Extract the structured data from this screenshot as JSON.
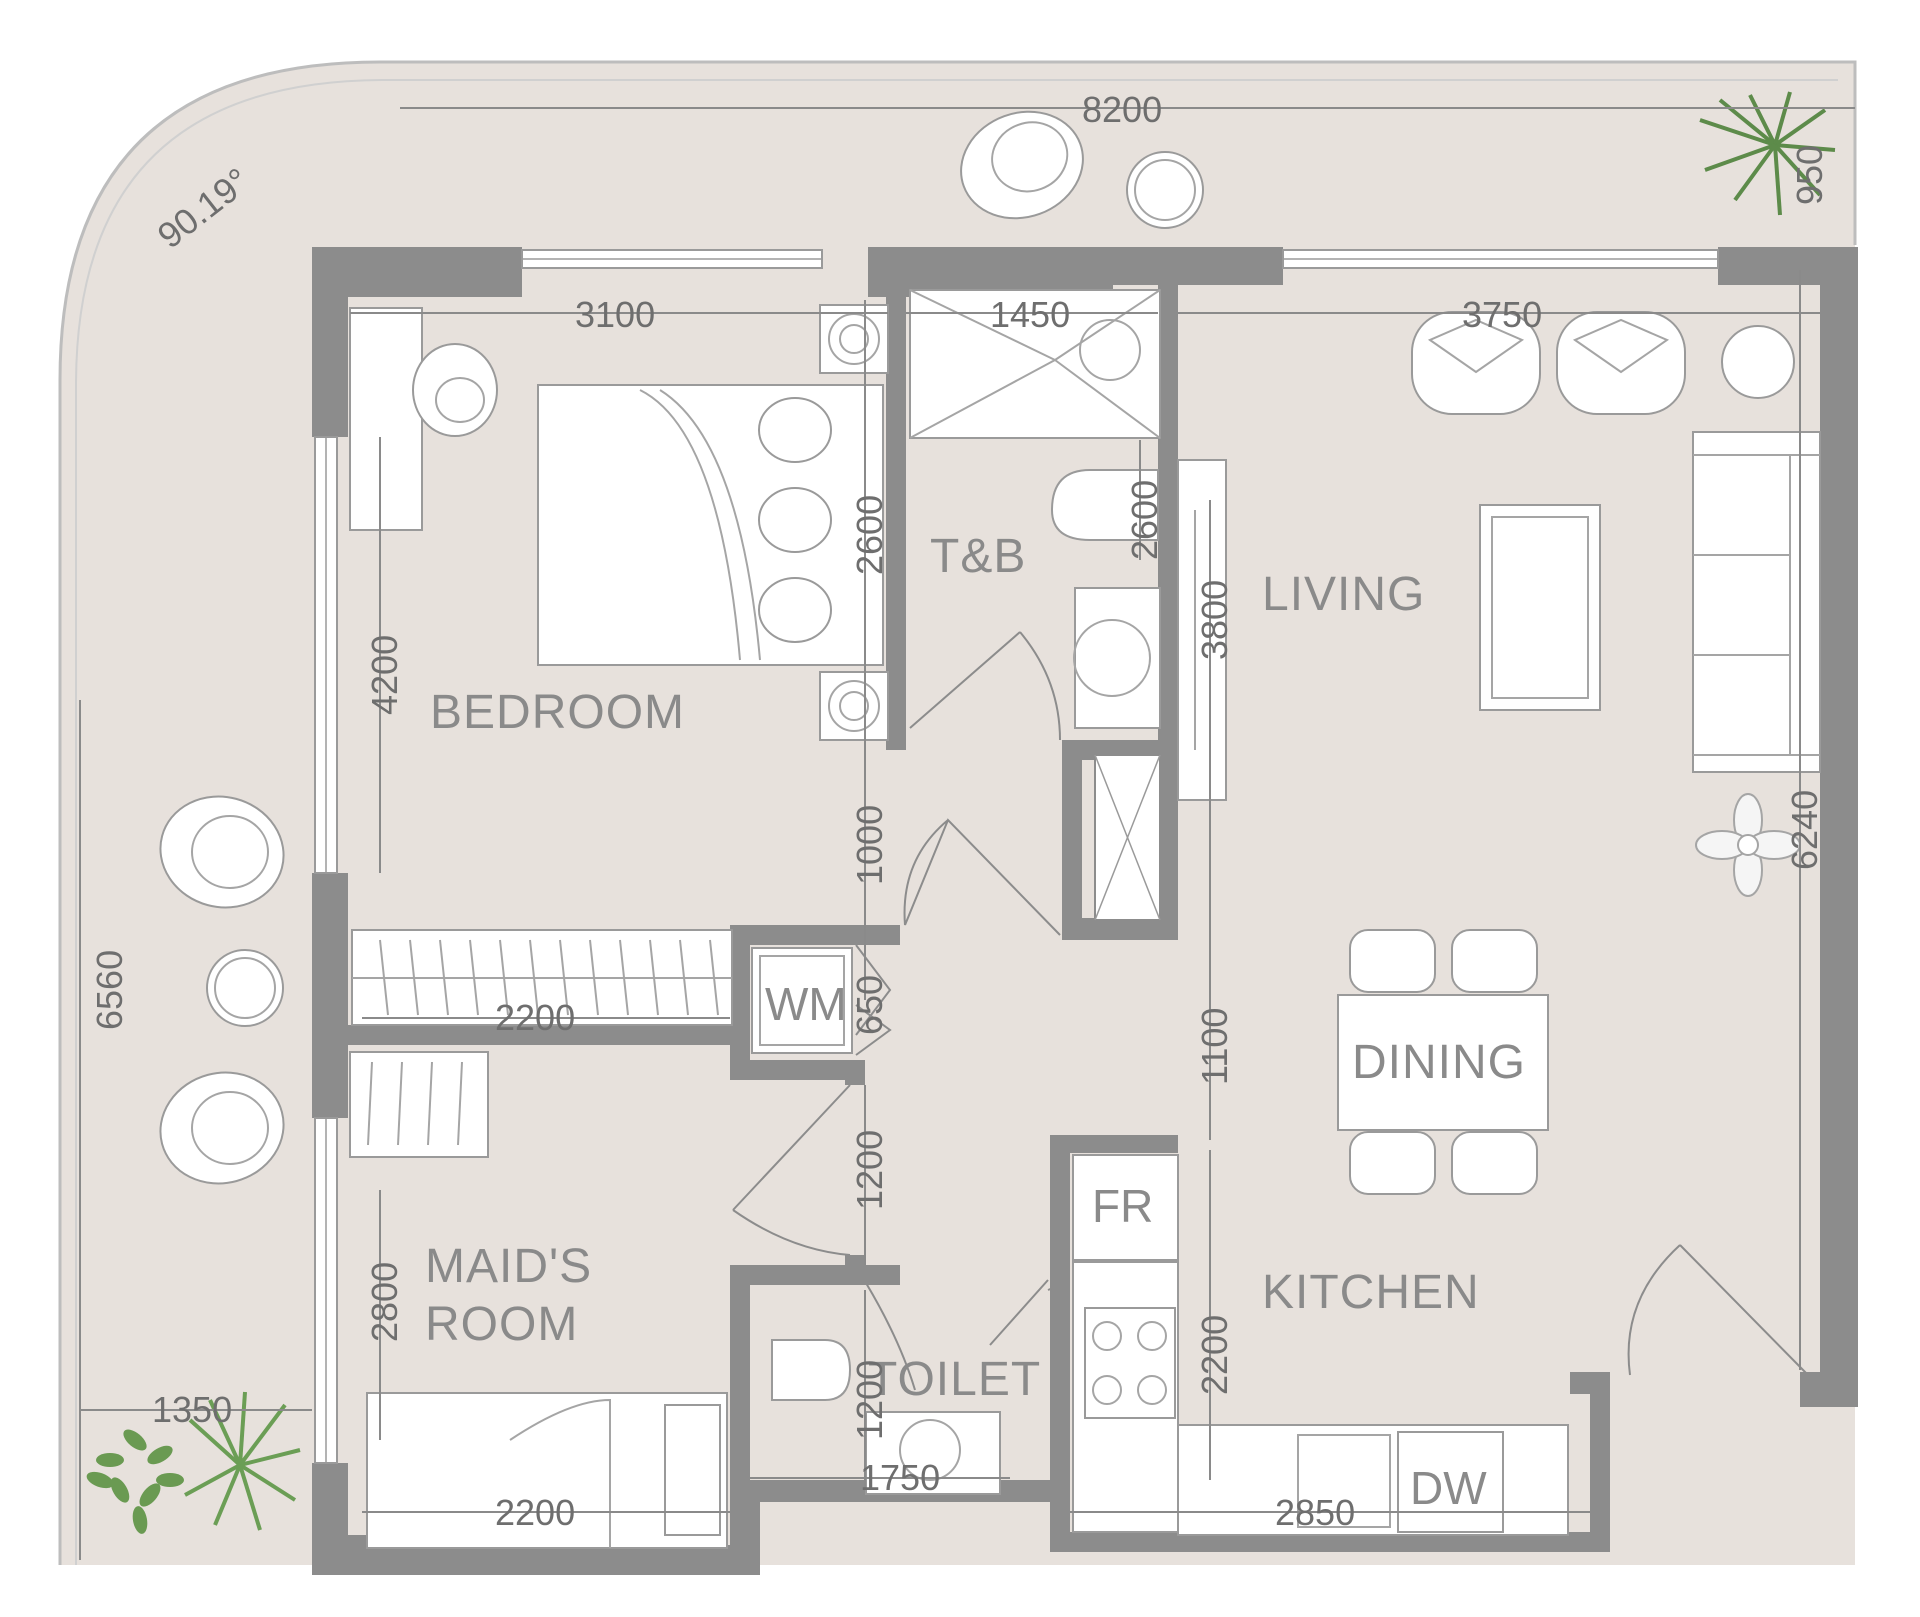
{
  "rooms": {
    "bedroom": "BEDROOM",
    "tb": "T&B",
    "living": "LIVING",
    "dining": "DINING",
    "kitchen": "KITCHEN",
    "maids_line1": "MAID'S",
    "maids_line2": "ROOM",
    "toilet": "TOILET"
  },
  "fixtures": {
    "wm": "WM",
    "fr": "FR",
    "dw": "DW"
  },
  "dimensions": {
    "terrace_top": "8200",
    "terrace_right": "950",
    "terrace_angle": "90.19°",
    "terrace_left": "6560",
    "terrace_bottom": "1350",
    "bedroom_width": "3100",
    "bedroom_height": "4200",
    "bedroom_bed_wall": "2600",
    "bedroom_passage": "1000",
    "wardrobe": "2200",
    "tb_width": "1450",
    "tb_height": "2600",
    "living_width": "3750",
    "living_wall": "3800",
    "living_height": "6240",
    "dining_passage": "1100",
    "wm_depth": "650",
    "maids_door": "1200",
    "maids_height": "2800",
    "maids_width": "2200",
    "toilet_height": "1200",
    "toilet_width": "1750",
    "kitchen_height": "2200",
    "kitchen_width": "2850"
  },
  "colors": {
    "wall": "#8c8c8c",
    "floor": "#e7e1dc",
    "text": "#8a8a8a"
  }
}
